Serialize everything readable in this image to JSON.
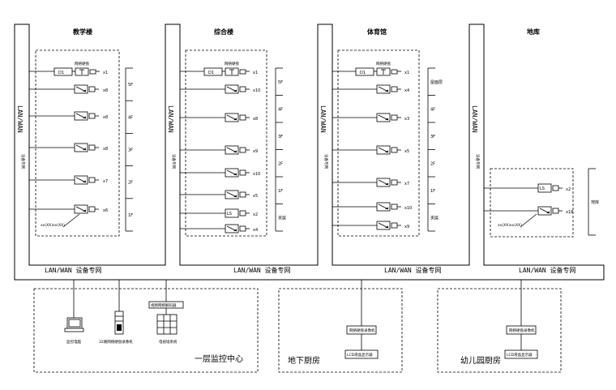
{
  "buildings": [
    {
      "id": "teaching",
      "name": "教学楼",
      "lan_label": "LAN/WAN",
      "lan_sub": "设备专网",
      "top_device": {
        "tag": "D1",
        "label": "网络硬盘",
        "num": "x1"
      },
      "cameras": [
        {
          "num": "x8"
        },
        {
          "num": "x8"
        },
        {
          "num": "x8"
        },
        {
          "num": "x7"
        },
        {
          "num": "x6"
        }
      ],
      "floors": [
        "5F",
        "4F",
        "3F",
        "2F",
        "1F"
      ],
      "bottom_label": "xx(XX)xx(XX)"
    },
    {
      "id": "complex",
      "name": "综合楼",
      "lan_label": "LAN/WAN",
      "lan_sub": "设备专网",
      "top_device": {
        "tag": "D1",
        "label": "网络硬盘",
        "num": "x1"
      },
      "cameras": [
        {
          "num": "x10"
        },
        {
          "num": "x8"
        },
        {
          "num": "x9"
        },
        {
          "num": "x10"
        },
        {
          "num": "x5"
        },
        {
          "num": "x2",
          "tag": "LS"
        },
        {
          "num": "x4"
        }
      ],
      "floors": [
        "5F",
        "4F",
        "3F",
        "2F",
        "1F",
        "夹层"
      ]
    },
    {
      "id": "gym",
      "name": "体育馆",
      "lan_label": "LAN/WAN",
      "lan_sub": "设备专网",
      "top_device": {
        "tag": "D1",
        "label": "网络硬盘",
        "num": "x1"
      },
      "cameras": [
        {
          "num": "x4"
        },
        {
          "num": "x3"
        },
        {
          "num": "x5"
        },
        {
          "num": "x7"
        },
        {
          "num": "x10"
        },
        {
          "num": "x9"
        }
      ],
      "floors": [
        "屋面层",
        "4F",
        "3F",
        "2F",
        "1F",
        "夹层"
      ]
    },
    {
      "id": "garage",
      "name": "地库",
      "lan_label": "LAN/WAN",
      "lan_sub": "设备专网",
      "cameras": [
        {
          "num": "x2",
          "tag": "LS"
        },
        {
          "num": "x18"
        }
      ],
      "floors": [
        "地库"
      ],
      "bottom_label": "xx(XX)xx(XX)"
    }
  ],
  "backbone_labels": [
    "LAN/WAN 设备专网",
    "LAN/WAN 设备专网",
    "LAN/WAN 设备专网",
    "LAN/WAN 设备专网"
  ],
  "rooms": [
    {
      "id": "control",
      "name": "一层监控中心",
      "equipment": [
        {
          "label": "监控电脑"
        },
        {
          "label": "32路网络硬盘录像机"
        },
        {
          "label": "电视墙系统"
        }
      ],
      "decoder_label": "视频网络解码器"
    },
    {
      "id": "basement-kitchen",
      "name": "地下厨房",
      "top_label": "网络硬盘录像机",
      "bottom_label": "LCD液晶显示器"
    },
    {
      "id": "kindergarten-kitchen",
      "name": "幼儿园厨房",
      "top_label": "网络硬盘录像机",
      "bottom_label": "LCD液晶显示器"
    }
  ],
  "colors": {
    "line": "#000000",
    "background": "#ffffff"
  }
}
